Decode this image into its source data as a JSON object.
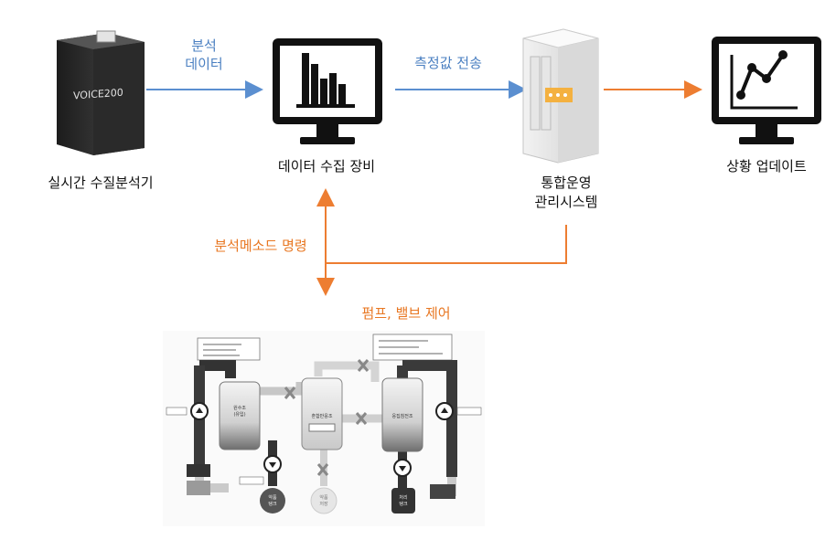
{
  "colors": {
    "blue": "#5b8fd0",
    "orange": "#ed7d31",
    "dark": "#111111"
  },
  "nodes": {
    "analyzer": {
      "label": "실시간 수질분석기",
      "device_text": "VOICE200"
    },
    "collector": {
      "label": "데이터 수집 장비"
    },
    "server": {
      "label_line1": "통합운영",
      "label_line2": "관리시스템"
    },
    "dashboard": {
      "label": "상황 업데이트"
    }
  },
  "edges": {
    "analysis_data": {
      "line1": "분석",
      "line2": "데이터"
    },
    "transmit": {
      "label": "측정값 전송"
    },
    "method_command": {
      "label": "분석메소드 명령"
    },
    "pump_valve": {
      "label": "펌프, 밸브 제어"
    }
  },
  "process_diagram": {
    "tank_left": "원수조\n(유입)",
    "tank_mid": "혼합반응조",
    "tank_right": "응집침전조",
    "pump_left_label": "약품\n탱크",
    "pump_mid_label": "약품\n저장",
    "pump_right_label": "처리\n탱크"
  }
}
